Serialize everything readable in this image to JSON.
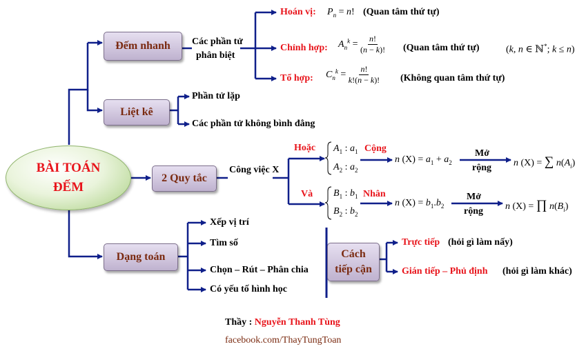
{
  "center": {
    "line1": "BÀI TOÁN",
    "line2": "ĐẾM"
  },
  "boxes": {
    "dem_nhanh": "Đếm nhanh",
    "liet_ke": "Liệt kê",
    "quy_tac": "2 Quy tắc",
    "dang_toan": "Dạng toán",
    "cach_tiep_can_1": "Cách",
    "cach_tiep_can_2": "tiếp cận"
  },
  "dem_nhanh": {
    "condition_1": "Các phần tử",
    "condition_2": "phân biệt",
    "hoan_vi_label": "Hoán vị:",
    "hoan_vi_note": "(Quan tâm thứ tự)",
    "chinh_hop_label": "Chỉnh hợp:",
    "chinh_hop_note": "(Quan tâm thứ tự)",
    "to_hop_label": "Tổ hợp:",
    "to_hop_note": "(Không quan tâm thứ tự)"
  },
  "liet_ke": {
    "item1": "Phần tử lặp",
    "item2": "Các phần tử không bình đẳng"
  },
  "quy_tac": {
    "cong_viec": "Công việc X",
    "hoac": "Hoặc",
    "va": "Và",
    "cong": "Cộng",
    "nhan": "Nhân",
    "mo_rong_1a": "Mở",
    "mo_rong_1b": "rộng",
    "mo_rong_2a": "Mở",
    "mo_rong_2b": "rộng"
  },
  "dang_toan": {
    "items": [
      "Xếp vị trí",
      "Tìm số",
      "Chọn – Rút – Phân chia",
      "Có yếu tố hình học"
    ]
  },
  "tiep_can": {
    "truc_tiep": "Trực tiếp",
    "truc_tiep_note": "(hỏi gì làm nấy)",
    "gian_tiep": "Gián tiếp – Phủ định",
    "gian_tiep_note": "(hỏi gì làm khác)"
  },
  "footer": {
    "thay": "Thầy :",
    "name": "Nguyễn Thanh Tùng",
    "link": "facebook.com/ThayTungToan"
  },
  "colors": {
    "line": "#0f1f8a",
    "accent": "#e8141b",
    "box_text": "#7a2a10"
  }
}
